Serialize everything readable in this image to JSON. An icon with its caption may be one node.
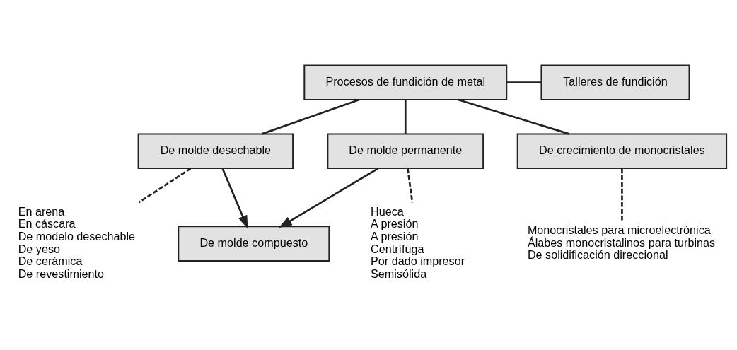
{
  "diagram": {
    "nodes": [
      {
        "text": [
          "Procesos de fundición de metal"
        ]
      },
      {
        "text": [
          "Talleres de fundición"
        ]
      },
      {
        "text": [
          "De molde desechable"
        ]
      },
      {
        "text": [
          "De molde permanente"
        ]
      },
      {
        "text": [
          "De crecimiento de monocristales"
        ]
      },
      {
        "text": [
          "De molde compuesto"
        ]
      },
      {
        "text": [
          "En arena",
          "En cáscara",
          "De modelo desechable",
          "De yeso",
          "De cerámica",
          "De revestimiento"
        ]
      },
      {
        "text": [
          "Hueca",
          "A presión",
          "A presión",
          "Centrífuga",
          "Por dado impresor",
          "Semisólida"
        ]
      },
      {
        "text": [
          "Monocristales para microelectrónica",
          "Álabes monocristalinos para turbinas",
          "De solidificación direccional"
        ]
      }
    ],
    "edges": [
      {
        "from": 0,
        "to": 1,
        "arrow": "none"
      },
      {
        "from": 0,
        "to": 2,
        "arrow": "none"
      },
      {
        "from": 0,
        "to": 3,
        "arrow": "none"
      },
      {
        "from": 0,
        "to": 4,
        "arrow": "none"
      },
      {
        "from": 2,
        "to": 5,
        "arrow": "to"
      },
      {
        "from": 3,
        "to": 5,
        "arrow": "to"
      },
      {
        "from": 2,
        "to": 6,
        "arrow": "none",
        "style": "dashed"
      },
      {
        "from": 3,
        "to": 7,
        "arrow": "none",
        "style": "dashed"
      },
      {
        "from": 4,
        "to": 8,
        "arrow": "none",
        "style": "dashed"
      }
    ]
  }
}
